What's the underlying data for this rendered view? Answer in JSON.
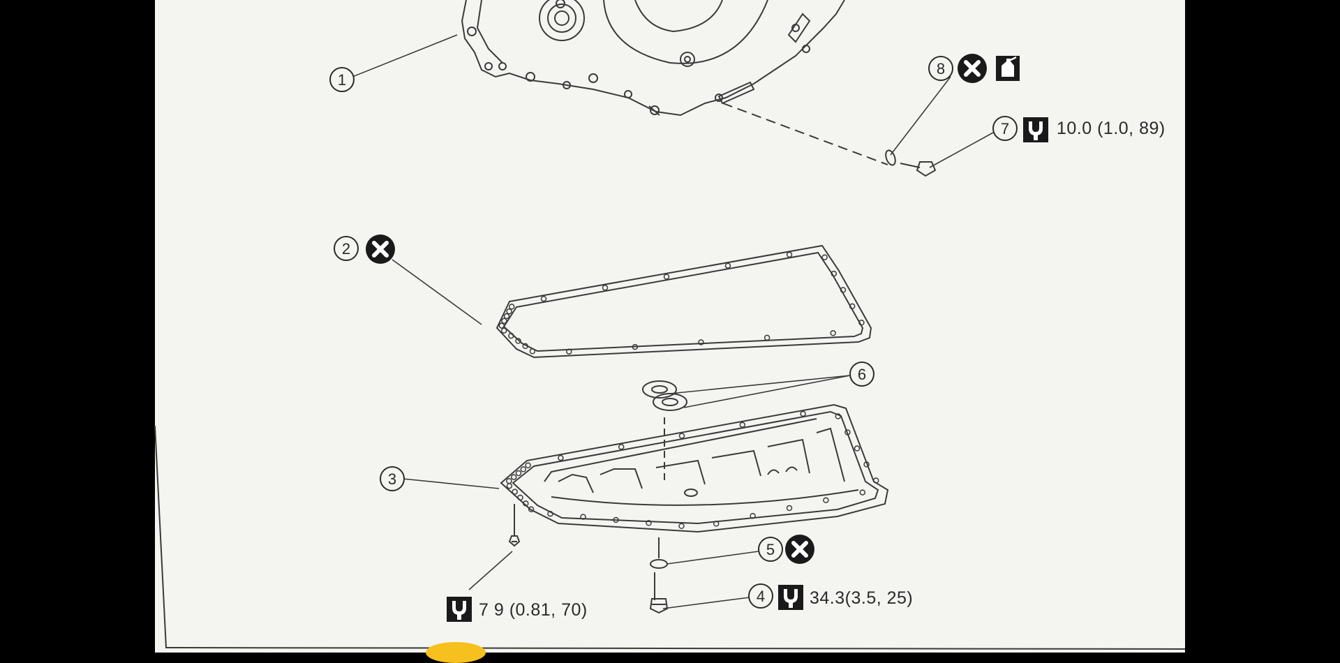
{
  "callouts": [
    "1",
    "2",
    "3",
    "4",
    "5",
    "6",
    "7",
    "8"
  ],
  "torque_specs": {
    "drain_plug_item7": "10.0 (1.0, 89)",
    "drain_plug_item4": "34.3(3.5, 25)",
    "pan_bolt": "7 9 (0.81, 70)"
  },
  "symbols": {
    "replace": "x-in-circle-icon",
    "torque": "torque-wrench-icon",
    "fluid": "fluid-bottle-icon"
  },
  "colors": {
    "background": "#000000",
    "paper": "#f4f4f1",
    "line": "#3a3a3a",
    "accent_spot": "#f6c01e"
  }
}
